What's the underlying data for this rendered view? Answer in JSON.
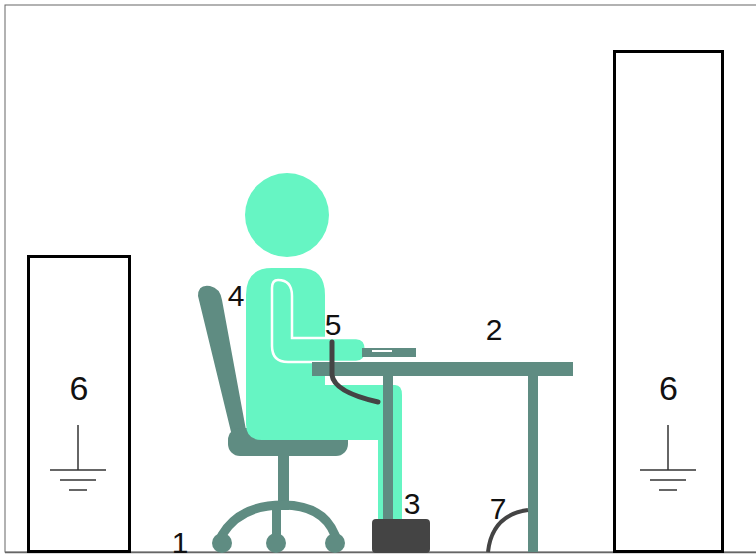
{
  "diagram": {
    "nodes": [
      {
        "text": [
          "6"
        ]
      },
      {
        "text": [
          "6"
        ]
      }
    ],
    "labels": [
      "4",
      "5",
      "2",
      "3",
      "1",
      "7"
    ]
  }
}
